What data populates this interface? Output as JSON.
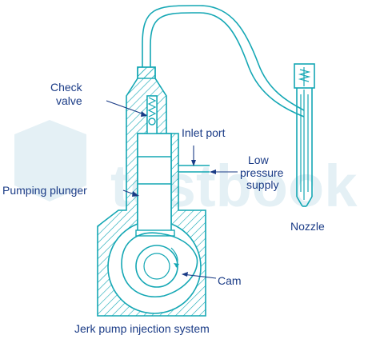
{
  "title": "Jerk pump injection system",
  "labels": {
    "check_valve_1": "Check",
    "check_valve_2": "valve",
    "inlet_port": "Inlet port",
    "low_pressure_1": "Low",
    "low_pressure_2": "pressure",
    "low_pressure_3": "supply",
    "pumping_plunger": "Pumping plunger",
    "nozzle": "Nozzle",
    "cam": "Cam"
  },
  "watermark": "testbook",
  "colors": {
    "line": "#14a7b4",
    "text": "#1a3b86",
    "watermark": "#e4f0f5"
  }
}
